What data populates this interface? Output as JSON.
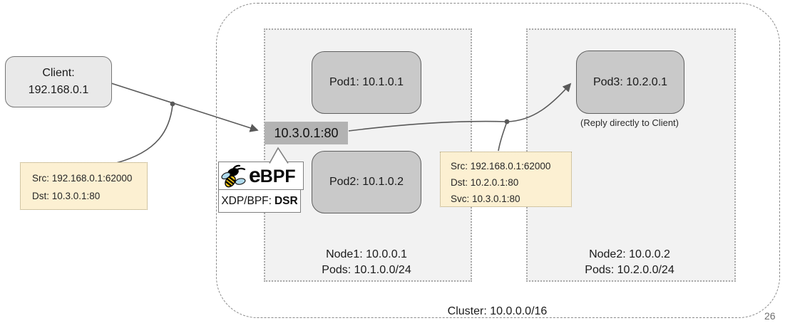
{
  "slide": {
    "page_number": "26"
  },
  "client": {
    "line1": "Client:",
    "line2": "192.168.0.1"
  },
  "client_packet_note": {
    "src": "Src: 192.168.0.1:62000",
    "dst": "Dst: 10.3.0.1:80"
  },
  "service_vip": {
    "label": "10.3.0.1:80"
  },
  "ebpf": {
    "logo_e": "e",
    "logo_bpf": "BPF",
    "caption_prefix": "XDP/BPF:",
    "caption_value": "DSR"
  },
  "dsr_packet_note": {
    "src": "Src: 192.168.0.1:62000",
    "dst": "Dst: 10.2.0.1:80",
    "svc": "Svc: 10.3.0.1:80"
  },
  "node1": {
    "pod1": "Pod1: 10.1.0.1",
    "pod2": "Pod2: 10.1.0.2",
    "label_line1": "Node1: 10.0.0.1",
    "label_line2": "Pods: 10.1.0.0/24"
  },
  "node2": {
    "pod3": "Pod3: 10.2.0.1",
    "reply_note": "(Reply directly to Client)",
    "label_line1": "Node2: 10.0.0.2",
    "label_line2": "Pods: 10.2.0.0/24"
  },
  "cluster": {
    "label": "Cluster: 10.0.0.0/16"
  },
  "colors": {
    "note_fill": "#fcf0d2",
    "node_fill": "#f2f2f2",
    "pod_fill": "#c9c9c9",
    "client_fill": "#e9e9e9",
    "vip_fill": "#b3b3b3",
    "arrow": "#595959",
    "bee_yellow": "#f6c915",
    "bee_wing_blue": "#aed9ec"
  }
}
